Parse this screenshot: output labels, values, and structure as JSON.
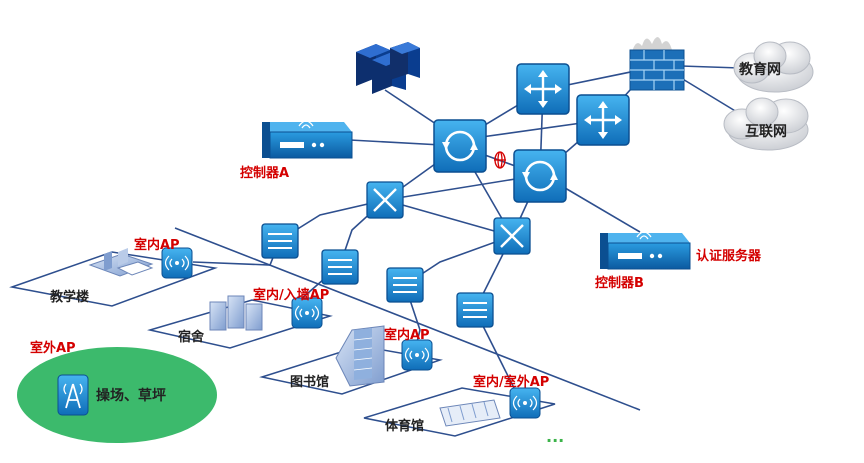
{
  "labels": {
    "education_net": "教育网",
    "internet": "互联网",
    "controller_a": "控制器A",
    "controller_b": "控制器B",
    "auth_server": "认证服务器",
    "teaching_building": "教学楼",
    "dormitory": "宿舍",
    "library": "图书馆",
    "gymnasium": "体育馆",
    "ap_indoor_1": "室内AP",
    "ap_indoor_wall": "室内/入墙AP",
    "ap_indoor_2": "室内AP",
    "ap_indoor_outdoor": "室内/室外AP",
    "ap_outdoor": "室外AP",
    "playground": "操场、草坪",
    "ellipsis": "..."
  },
  "colors": {
    "red_label": "#d40000",
    "device_blue": "#1d8fd6",
    "device_dark": "#0d5fa8",
    "link_blue": "#2e4f8e",
    "playground_green": "#3cba6c",
    "ellipsis_green": "#3cb34a"
  },
  "icons": [
    "server-cluster-icon",
    "router-icon",
    "firewall-icon",
    "cloud-icon",
    "core-switch-icon",
    "aggregation-switch-icon",
    "access-switch-icon",
    "controller-icon",
    "wireless-ap-icon",
    "antenna-icon",
    "building-icon"
  ]
}
